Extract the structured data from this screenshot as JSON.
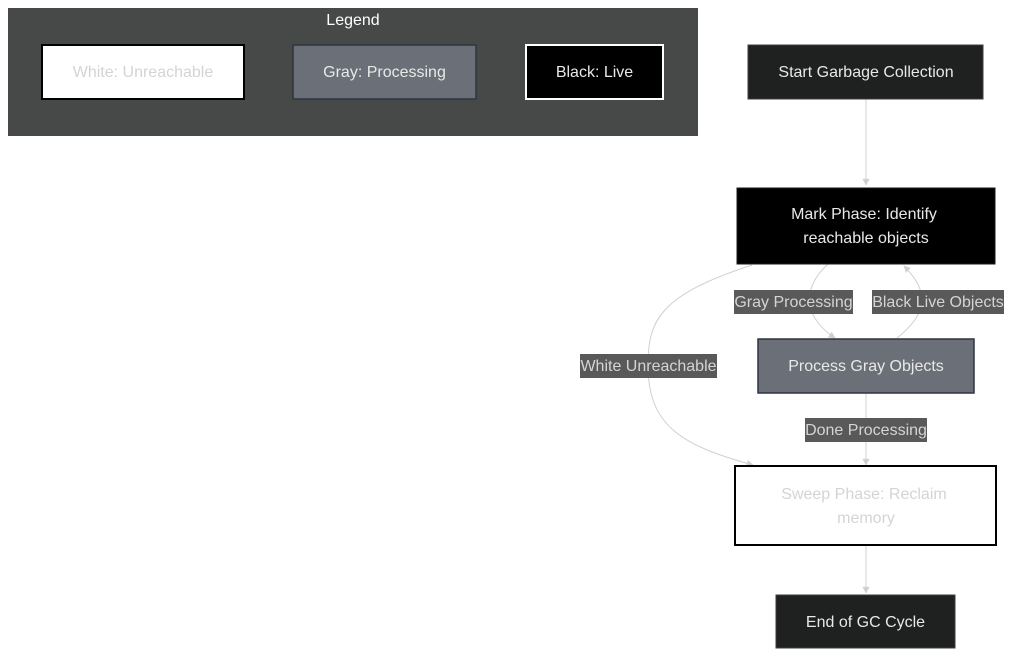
{
  "legend": {
    "title": "Legend",
    "items": [
      {
        "label": "White: Unreachable"
      },
      {
        "label": "Gray: Processing"
      },
      {
        "label": "Black: Live"
      }
    ]
  },
  "nodes": {
    "start": {
      "label": "Start Garbage Collection"
    },
    "mark": {
      "lines": [
        "Mark Phase: Identify",
        "reachable objects"
      ]
    },
    "process_gray": {
      "label": "Process Gray Objects"
    },
    "sweep": {
      "lines": [
        "Sweep Phase: Reclaim",
        "memory"
      ]
    },
    "end": {
      "label": "End of GC Cycle"
    }
  },
  "edges": {
    "gray_processing": {
      "label": "Gray Processing"
    },
    "black_live": {
      "label": "Black Live Objects"
    },
    "white_unreachable": {
      "label": "White Unreachable"
    },
    "done_processing": {
      "label": "Done Processing"
    }
  },
  "colors": {
    "legend_bg": "#474848",
    "white_node": "#ffffff",
    "gray_node": "#6b7078",
    "black_node": "#000000",
    "dark_node": "#1f2020",
    "edge": "#d0d0d0",
    "label_bg": "#595959"
  }
}
